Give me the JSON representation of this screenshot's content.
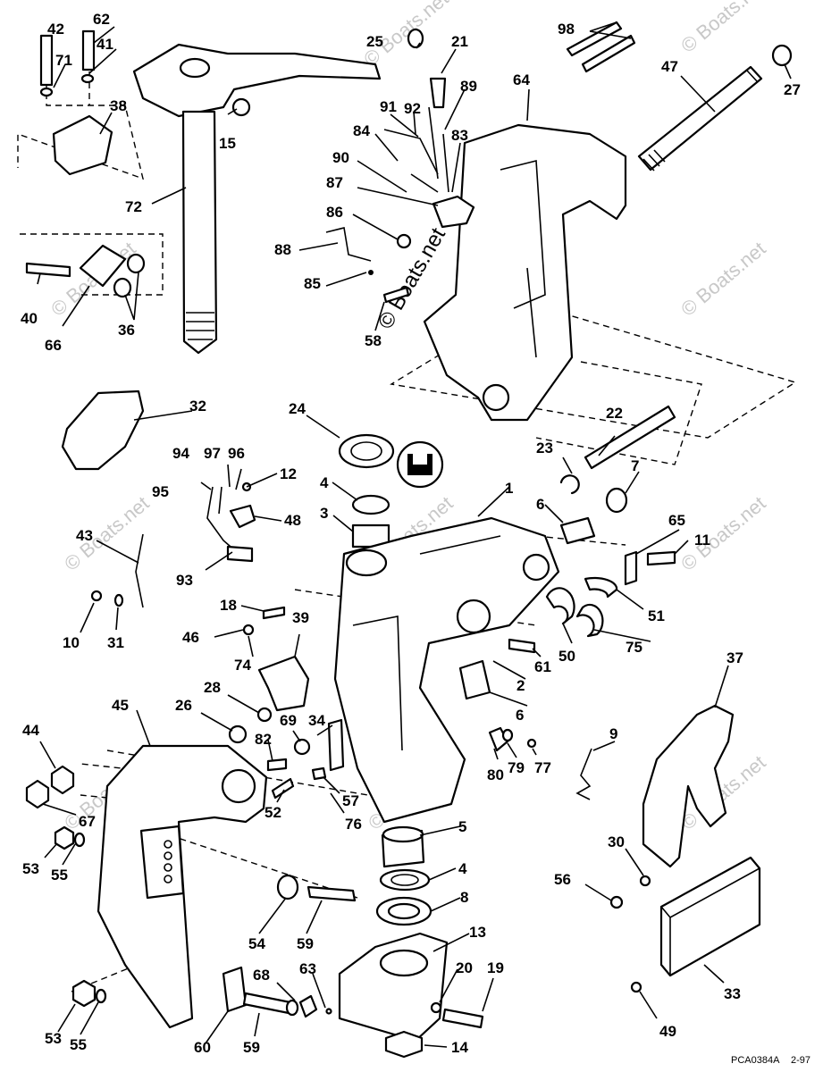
{
  "diagram": {
    "footer_code": "PCA0384A",
    "footer_date": "2-97",
    "watermark": "© Boats.net",
    "part_numbers": {
      "p1": "1",
      "p2": "2",
      "p3": "3",
      "p4a": "4",
      "p4b": "4",
      "p5": "5",
      "p6a": "6",
      "p6b": "6",
      "p7": "7",
      "p8": "8",
      "p9": "9",
      "p10": "10",
      "p11": "11",
      "p12": "12",
      "p13": "13",
      "p14": "14",
      "p15": "15",
      "p18": "18",
      "p19": "19",
      "p20": "20",
      "p21": "21",
      "p22": "22",
      "p23": "23",
      "p24": "24",
      "p25": "25",
      "p26": "26",
      "p27": "27",
      "p28": "28",
      "p30": "30",
      "p31": "31",
      "p32": "32",
      "p33": "33",
      "p34": "34",
      "p36": "36",
      "p37": "37",
      "p38": "38",
      "p39": "39",
      "p40": "40",
      "p41": "41",
      "p42": "42",
      "p43": "43",
      "p44": "44",
      "p45": "45",
      "p46": "46",
      "p47": "47",
      "p48": "48",
      "p49": "49",
      "p50": "50",
      "p51": "51",
      "p52": "52",
      "p53a": "53",
      "p53b": "53",
      "p54": "54",
      "p55a": "55",
      "p55b": "55",
      "p56": "56",
      "p57": "57",
      "p58": "58",
      "p59a": "59",
      "p59b": "59",
      "p60": "60",
      "p61": "61",
      "p62": "62",
      "p63": "63",
      "p64": "64",
      "p65": "65",
      "p66": "66",
      "p67": "67",
      "p68": "68",
      "p69": "69",
      "p71": "71",
      "p72": "72",
      "p74": "74",
      "p75": "75",
      "p76": "76",
      "p77": "77",
      "p79": "79",
      "p80": "80",
      "p82": "82",
      "p83": "83",
      "p84": "84",
      "p85": "85",
      "p86": "86",
      "p87": "87",
      "p88": "88",
      "p89": "89",
      "p90": "90",
      "p91": "91",
      "p92": "92",
      "p93": "93",
      "p94": "94",
      "p95": "95",
      "p96": "96",
      "p97": "97",
      "p98": "98"
    }
  }
}
